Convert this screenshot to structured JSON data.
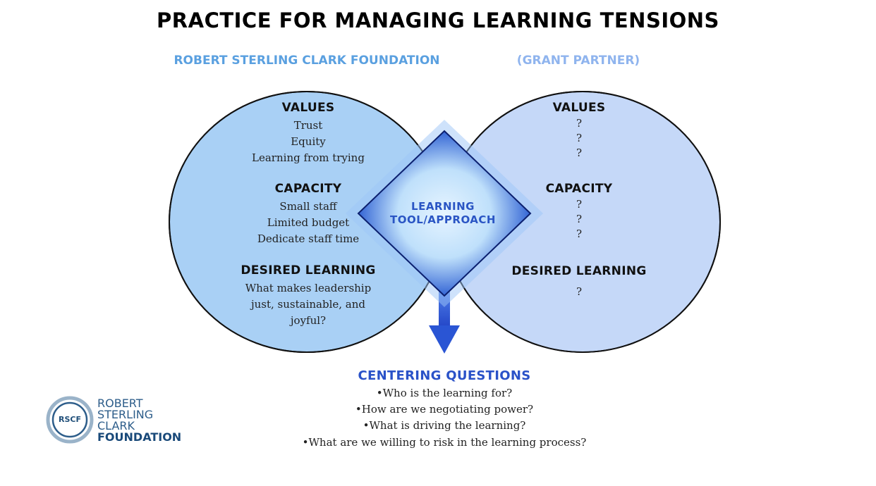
{
  "title": "PRACTICE FOR MANAGING LEARNING TENSIONS",
  "left_org": "ROBERT STERLING CLARK FOUNDATION",
  "right_org": "(GRANT PARTNER)",
  "left": {
    "values_heading": "VALUES",
    "values": [
      "Trust",
      "Equity",
      "Learning from trying"
    ],
    "capacity_heading": "CAPACITY",
    "capacity": [
      "Small staff",
      "Limited budget",
      "Dedicate staff time"
    ],
    "desired_heading": "DESIRED LEARNING",
    "desired": [
      "What makes leadership",
      "just, sustainable, and",
      "joyful?"
    ]
  },
  "right": {
    "values_heading": "VALUES",
    "values": [
      "?",
      "?",
      "?"
    ],
    "capacity_heading": "CAPACITY",
    "capacity": [
      "?",
      "?",
      "?"
    ],
    "desired_heading": "DESIRED LEARNING",
    "desired": [
      "?"
    ]
  },
  "center": {
    "line1": "LEARNING",
    "line2": "TOOL/APPROACH"
  },
  "centering": {
    "heading": "CENTERING QUESTIONS",
    "questions": [
      "•Who is the learning for?",
      "•How are we negotiating power?",
      "•What is driving the learning?",
      "•What are we willing to risk in the learning process?"
    ]
  },
  "logo": {
    "monogram": "RSCF",
    "lines": [
      "ROBERT",
      "STERLING",
      "CLARK",
      "FOUNDATION"
    ]
  },
  "colors": {
    "left_circle": "#a9d0f5",
    "right_circle": "#c5d8f8",
    "arrow": "#2a55d4",
    "centering_heading": "#2a52c8"
  }
}
